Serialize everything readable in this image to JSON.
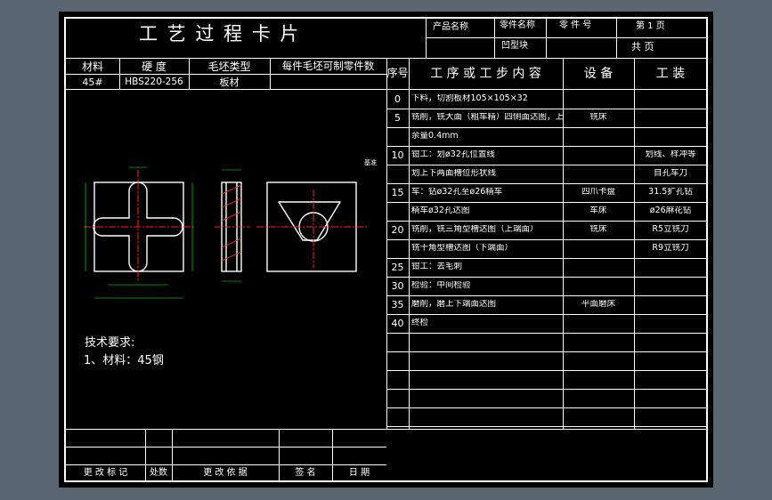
{
  "title": "工 艺 过 程 卡 片",
  "header": {
    "product_name_label": "产品名称",
    "part_name_label": "零件名称",
    "part_no_label": "零 件 号",
    "page_label": "第 1 页",
    "part_name_value": "凹型块",
    "total_label": "共 页"
  },
  "material": {
    "headers": [
      "材料",
      "硬 度",
      "毛坯类型",
      "每件毛坯可制零件数"
    ],
    "values": [
      "45#",
      "HBS220-256",
      "板材",
      ""
    ]
  },
  "process": {
    "col_headers": {
      "no": "序号",
      "content": "工 序 或 工 步 内 容",
      "equip": "设 备",
      "tool": "工 装"
    },
    "rows": [
      {
        "no": "0",
        "content": "下料，切割板材105×105×32",
        "equip": "",
        "tool": ""
      },
      {
        "no": "5",
        "content": "铣削，铣大面（粗车精）四侧面达图，上下面留余",
        "equip": "铣床",
        "tool": ""
      },
      {
        "no": "",
        "content": "余量0.4mm",
        "equip": "",
        "tool": ""
      },
      {
        "no": "10",
        "content": "钳工：划ø32孔位置线",
        "equip": "",
        "tool": "划线、样冲等"
      },
      {
        "no": "",
        "content": "划上下两面槽位形状线",
        "equip": "",
        "tool": "自孔车刀"
      },
      {
        "no": "15",
        "content": "车：钻ø32孔至ø26精车",
        "equip": "四爪卡盘",
        "tool": "31.5扩孔钻"
      },
      {
        "no": "",
        "content": "精车ø32孔达图",
        "equip": "车床",
        "tool": "ø26麻花钻"
      },
      {
        "no": "20",
        "content": "铣削，铣三角型槽达图（上端面）",
        "equip": "铣床",
        "tool": "R5立铣刀"
      },
      {
        "no": "",
        "content": "铣十角型槽达图（下端面）",
        "equip": "",
        "tool": "R9立铣刀"
      },
      {
        "no": "25",
        "content": "钳工：去毛刺",
        "equip": "",
        "tool": ""
      },
      {
        "no": "30",
        "content": "检验：中间检验",
        "equip": "",
        "tool": ""
      },
      {
        "no": "35",
        "content": "磨削，磨上下端面达图",
        "equip": "平面磨床",
        "tool": ""
      },
      {
        "no": "40",
        "content": "终检",
        "equip": "",
        "tool": ""
      }
    ]
  },
  "tech_req": {
    "title": "技术要求:",
    "item1": "1、材料：45钢"
  },
  "footer": {
    "labels": [
      "更 改 标 记",
      "处数",
      "更 改 依 据",
      "签 名",
      "日 期"
    ]
  },
  "drawing": {
    "side_note": "基准"
  },
  "colors": {
    "background": "#5a6572",
    "sheet": "#000000",
    "lines": "#ffffff",
    "dim": "#00ff00",
    "centerline": "#ff2020",
    "section": "#ff3030"
  }
}
